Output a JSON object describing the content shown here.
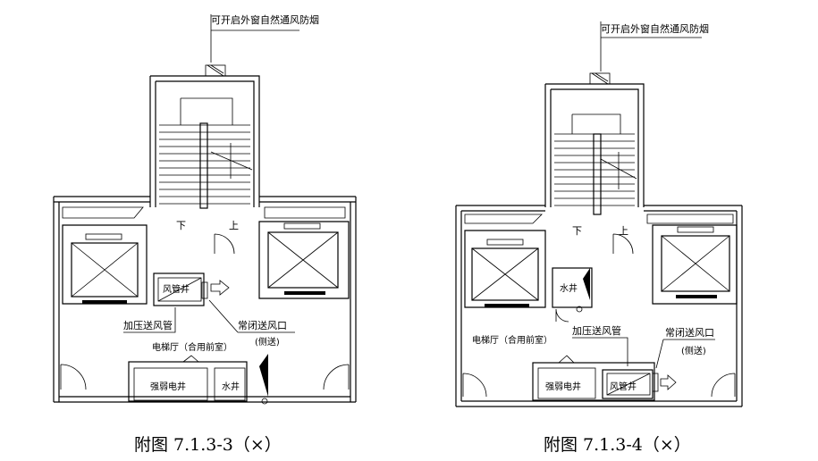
{
  "left_plan": {
    "window_note": "可开启外窗自然通风防烟",
    "up": "上",
    "down": "下",
    "duct_shaft": "风管井",
    "pressurization_duct": "加压送风管",
    "vent": "常闭送风口",
    "vent_side": "(侧送)",
    "lobby": "电梯厅（合用前室）",
    "electric_shaft": "强弱电井",
    "water_shaft": "水井",
    "caption": "附图 7.1.3-3（×）"
  },
  "right_plan": {
    "window_note": "可开启外窗自然通风防烟",
    "up": "上",
    "down": "下",
    "water_shaft": "水井",
    "lobby": "电梯厅（合用前室）",
    "pressurization_duct": "加压送风管",
    "vent": "常闭送风口",
    "vent_side": "(侧送)",
    "electric_shaft": "强弱电井",
    "duct_shaft": "风管井",
    "caption": "附图 7.1.3-4（×）"
  }
}
